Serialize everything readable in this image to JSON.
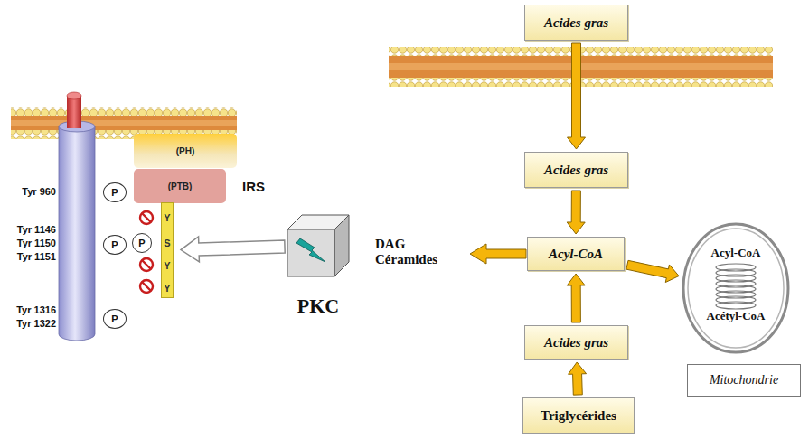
{
  "diagram": {
    "nodes": [
      {
        "text": [
          "(PH)"
        ]
      },
      {
        "text": [
          "(PTB)"
        ]
      },
      {
        "text": [
          "P"
        ]
      },
      {
        "text": [
          "P"
        ]
      },
      {
        "text": [
          "P"
        ]
      },
      {
        "text": [
          "Y",
          "S",
          "Y",
          "Y"
        ]
      },
      {
        "text": [
          "P"
        ]
      },
      {
        "text": [
          "PKC"
        ]
      },
      {
        "text": [
          "Acides gras"
        ]
      },
      {
        "text": [
          "Acides gras"
        ]
      },
      {
        "text": [
          "Acyl-CoA"
        ]
      },
      {
        "text": [
          "Acyl-CoA",
          "Acétyl-CoA"
        ]
      },
      {
        "text": [
          "Mitochondrie"
        ]
      },
      {
        "text": [
          "Acides gras"
        ]
      },
      {
        "text": [
          "Triglycérides"
        ]
      }
    ],
    "edges": [
      {
        "from": 7,
        "to": 5,
        "arrow": "to"
      },
      {
        "from": 8,
        "to": 9,
        "arrow": "to"
      },
      {
        "from": 9,
        "to": 10,
        "arrow": "to"
      },
      {
        "from": 13,
        "to": 10,
        "arrow": "to"
      },
      {
        "from": 14,
        "to": 13,
        "arrow": "to"
      },
      {
        "from": 10,
        "to": 11,
        "arrow": "to"
      }
    ],
    "labels": [
      "Tyr 960",
      "Tyr 1146",
      "Tyr 1150",
      "Tyr 1151",
      "Tyr 1316",
      "Tyr 1322",
      "IRS",
      "DAG Céramides"
    ]
  }
}
